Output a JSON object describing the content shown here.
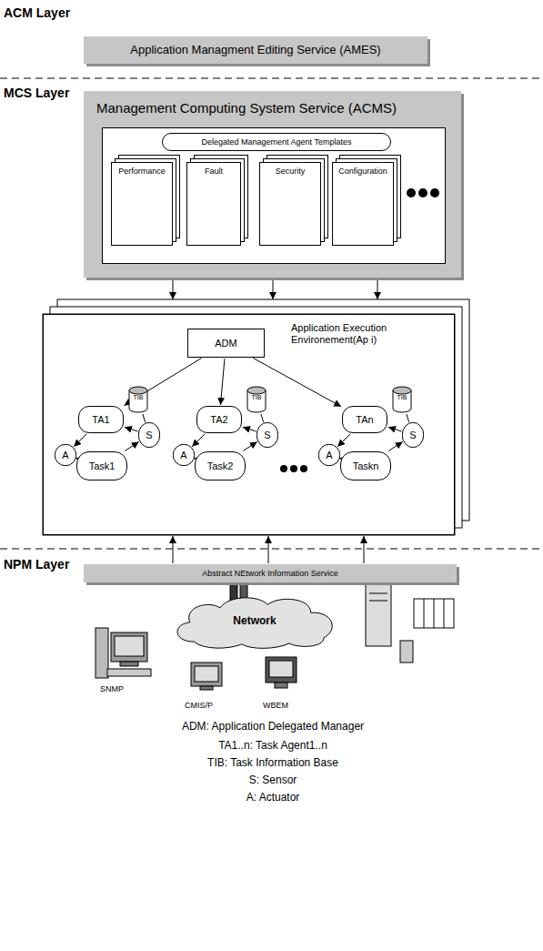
{
  "diagram": {
    "nodes": [
      {
        "text": [
          "Application Managment Editing Service (AMES)"
        ]
      },
      {
        "text": [
          "Management Computing System Service (ACMS)"
        ]
      },
      {
        "text": [
          "Delegated Management Agent Templates"
        ],
        "in": 1
      },
      {
        "text": [
          "Performance"
        ],
        "in": 1
      },
      {
        "text": [
          "Fault"
        ],
        "in": 1
      },
      {
        "text": [
          "Security"
        ],
        "in": 1
      },
      {
        "text": [
          "Configuration"
        ],
        "in": 1
      },
      {
        "text": [
          "Application Execution Environement(Ap i)"
        ]
      },
      {
        "text": [
          "ADM"
        ],
        "in": 7
      },
      {
        "text": [
          "TA1"
        ],
        "in": 7
      },
      {
        "text": [
          "TIB"
        ],
        "in": 7
      },
      {
        "text": [
          "A"
        ],
        "in": 7
      },
      {
        "text": [
          "Task1"
        ],
        "in": 7
      },
      {
        "text": [
          "S"
        ],
        "in": 7
      },
      {
        "text": [
          "TA2"
        ],
        "in": 7
      },
      {
        "text": [
          "TIB"
        ],
        "in": 7
      },
      {
        "text": [
          "A"
        ],
        "in": 7
      },
      {
        "text": [
          "Task2"
        ],
        "in": 7
      },
      {
        "text": [
          "S"
        ],
        "in": 7
      },
      {
        "text": [
          "TAn"
        ],
        "in": 7
      },
      {
        "text": [
          "TIB"
        ],
        "in": 7
      },
      {
        "text": [
          "A"
        ],
        "in": 7
      },
      {
        "text": [
          "Taskn"
        ],
        "in": 7
      },
      {
        "text": [
          "S"
        ],
        "in": 7
      },
      {
        "text": [
          "Abstract NEtwork Information Service"
        ]
      },
      {
        "text": [
          "Network"
        ]
      }
    ],
    "edges": [
      {
        "from": 1,
        "to": 7,
        "arrow": "to"
      },
      {
        "from": 1,
        "to": 7,
        "arrow": "to"
      },
      {
        "from": 1,
        "to": 7,
        "arrow": "to"
      },
      {
        "from": 8,
        "to": 9,
        "arrow": "to"
      },
      {
        "from": 8,
        "to": 14,
        "arrow": "to"
      },
      {
        "from": 8,
        "to": 19,
        "arrow": "to"
      },
      {
        "from": 9,
        "to": 11,
        "arrow": "to"
      },
      {
        "from": 11,
        "to": 12,
        "arrow": "to"
      },
      {
        "from": 12,
        "to": 13,
        "arrow": "to"
      },
      {
        "from": 13,
        "to": 9,
        "arrow": "to"
      },
      {
        "from": 13,
        "to": 10,
        "arrow": "none"
      },
      {
        "from": 14,
        "to": 16,
        "arrow": "to"
      },
      {
        "from": 16,
        "to": 17,
        "arrow": "to"
      },
      {
        "from": 17,
        "to": 18,
        "arrow": "to"
      },
      {
        "from": 18,
        "to": 14,
        "arrow": "to"
      },
      {
        "from": 18,
        "to": 15,
        "arrow": "none"
      },
      {
        "from": 19,
        "to": 21,
        "arrow": "to"
      },
      {
        "from": 21,
        "to": 22,
        "arrow": "to"
      },
      {
        "from": 22,
        "to": 23,
        "arrow": "to"
      },
      {
        "from": 23,
        "to": 19,
        "arrow": "to"
      },
      {
        "from": 23,
        "to": 20,
        "arrow": "none"
      },
      {
        "from": 24,
        "to": 7,
        "arrow": "to"
      },
      {
        "from": 24,
        "to": 7,
        "arrow": "to"
      },
      {
        "from": 24,
        "to": 7,
        "arrow": "to"
      }
    ],
    "labels": [
      "ACM Layer",
      "MCS Layer",
      "NPM Layer",
      "SNMP",
      "CMIS/P",
      "WBEM",
      "ADM: Application Delegated Manager",
      "TA1..n: Task Agent1..n",
      "TIB: Task Information Base",
      "S: Sensor",
      "A: Actuator"
    ]
  }
}
